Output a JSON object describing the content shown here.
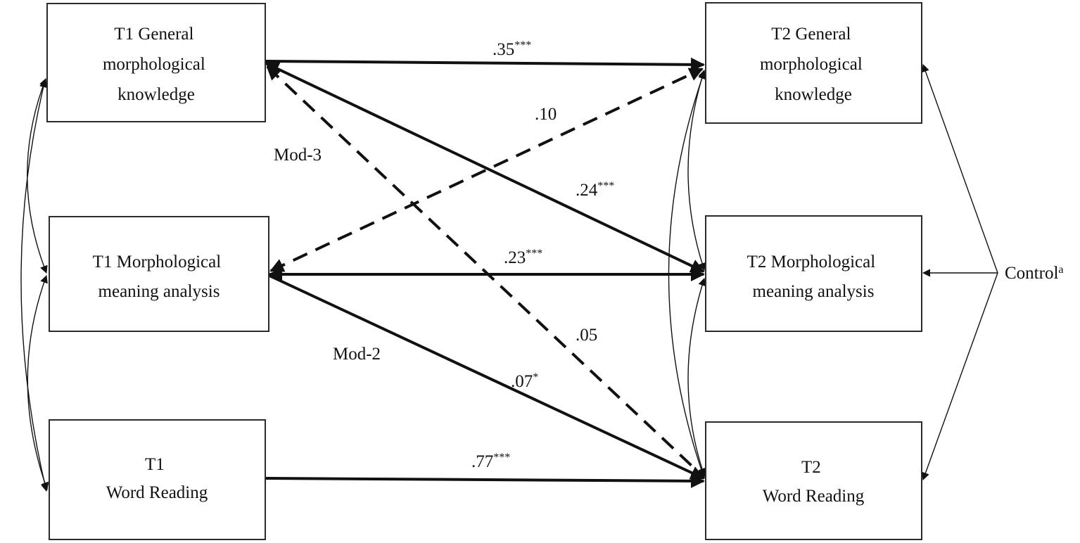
{
  "nodes": {
    "t1_gmk": {
      "lines": [
        "T1 General",
        "morphological",
        "knowledge"
      ]
    },
    "t1_mma": {
      "lines": [
        "T1 Morphological",
        "meaning  analysis"
      ]
    },
    "t1_wr": {
      "lines": [
        "T1",
        "Word Reading"
      ]
    },
    "t2_gmk": {
      "lines": [
        "T2 General",
        "morphological",
        "knowledge"
      ]
    },
    "t2_mma": {
      "lines": [
        "T2 Morphological",
        "meaning  analysis"
      ]
    },
    "t2_wr": {
      "lines": [
        "T2",
        "Word Reading"
      ]
    }
  },
  "control": {
    "label": "Control",
    "superscript": "a"
  },
  "paths": [
    {
      "from": "T1 General morphological knowledge",
      "to": "T2 General morphological knowledge",
      "coef": ".35",
      "sig": "***",
      "style": "solid"
    },
    {
      "from": "T1 Morphological meaning analysis",
      "to": "T2 General morphological knowledge",
      "coef": ".10",
      "sig": "",
      "style": "dashed"
    },
    {
      "from": "T1 General morphological knowledge",
      "to": "T2 Morphological meaning analysis",
      "coef": ".24",
      "sig": "***",
      "style": "solid"
    },
    {
      "from": "T1 Morphological meaning analysis",
      "to": "T2 Morphological meaning analysis",
      "coef": ".23",
      "sig": "***",
      "style": "solid"
    },
    {
      "from": "T1 General morphological knowledge",
      "to": "T2 Word Reading",
      "coef": ".05",
      "sig": "",
      "style": "dashed"
    },
    {
      "from": "T1 Morphological meaning analysis",
      "to": "T2 Word Reading",
      "coef": ".07",
      "sig": "*",
      "style": "solid"
    },
    {
      "from": "T1 Word Reading",
      "to": "T2 Word Reading",
      "coef": ".77",
      "sig": "***",
      "style": "solid"
    }
  ],
  "models": {
    "mod3": "Mod-3",
    "mod2": "Mod-2"
  }
}
